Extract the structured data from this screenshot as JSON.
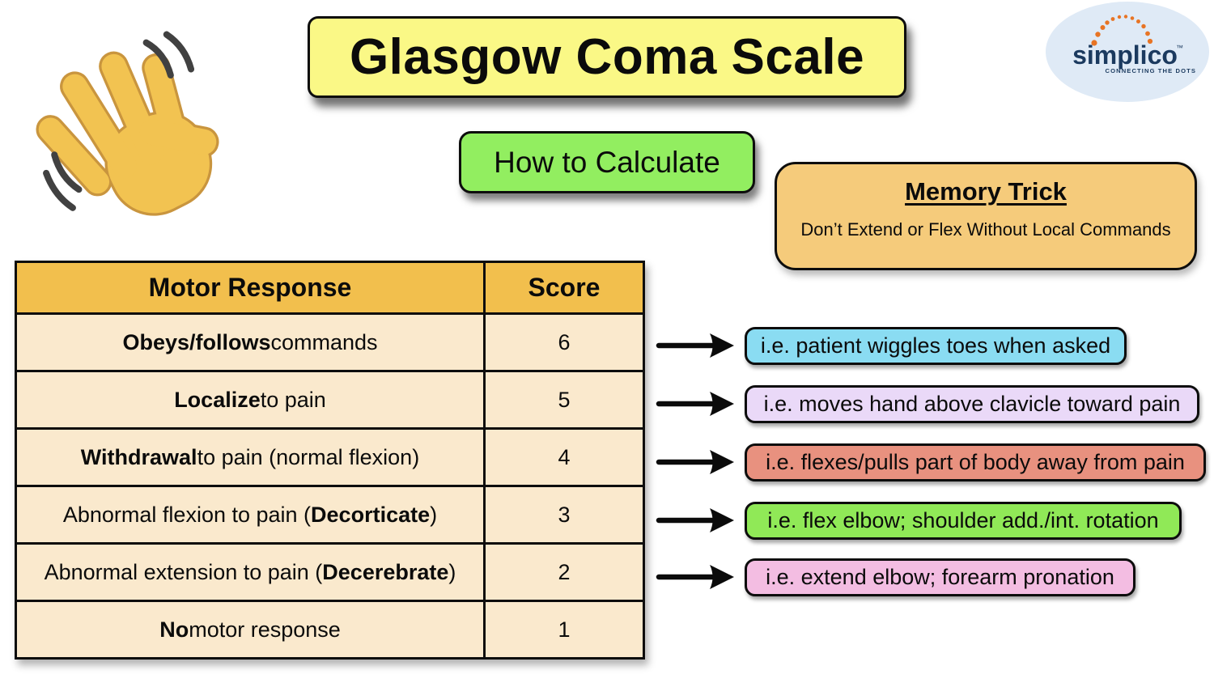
{
  "title": {
    "label": "Glasgow Coma Scale",
    "bg": "#FAF886"
  },
  "subtitle": {
    "label": "How to Calculate",
    "bg": "#92EE60"
  },
  "memory_trick": {
    "heading": "Memory Trick",
    "text": "Don’t Extend or Flex Without Local Commands",
    "bg": "#F5CB7B"
  },
  "logo": {
    "name": "simplico",
    "tm": "™",
    "tagline": "CONNECTING THE DOTS",
    "text_color": "#1B3A5F",
    "dot_color": "#E87424",
    "bg": "#DFEAF6"
  },
  "icons": {
    "waving_hand": "👋",
    "arrow": "→"
  },
  "table": {
    "headers": {
      "motor": "Motor Response",
      "score": "Score"
    },
    "header_bg": "#F2BF4D",
    "row_bg": "#FAE9CD",
    "rows": [
      {
        "pre": "",
        "strong": "Obeys/follows",
        "post": " commands",
        "score": "6"
      },
      {
        "pre": "",
        "strong": "Localize",
        "post": " to pain",
        "score": "5"
      },
      {
        "pre": "",
        "strong": "Withdrawal",
        "post": " to pain (normal flexion)",
        "score": "4"
      },
      {
        "pre": "Abnormal flexion to pain (",
        "strong": "Decorticate",
        "post": ")",
        "score": "3"
      },
      {
        "pre": "Abnormal extension to pain (",
        "strong": "Decerebrate",
        "post": ")",
        "score": "2"
      },
      {
        "pre": "",
        "strong": "No",
        "post": " motor response",
        "score": "1"
      }
    ]
  },
  "examples": [
    {
      "text": "i.e. patient wiggles toes when asked",
      "bg": "#8ADCF2"
    },
    {
      "text": "i.e. moves hand above clavicle toward pain",
      "bg": "#EAD9F8"
    },
    {
      "text": "i.e. flexes/pulls part of body away from pain",
      "bg": "#E8917F"
    },
    {
      "text": "i.e. flex elbow; shoulder add./int. rotation",
      "bg": "#90E957"
    },
    {
      "text": "i.e. extend elbow; forearm pronation",
      "bg": "#F3BDE2"
    }
  ]
}
